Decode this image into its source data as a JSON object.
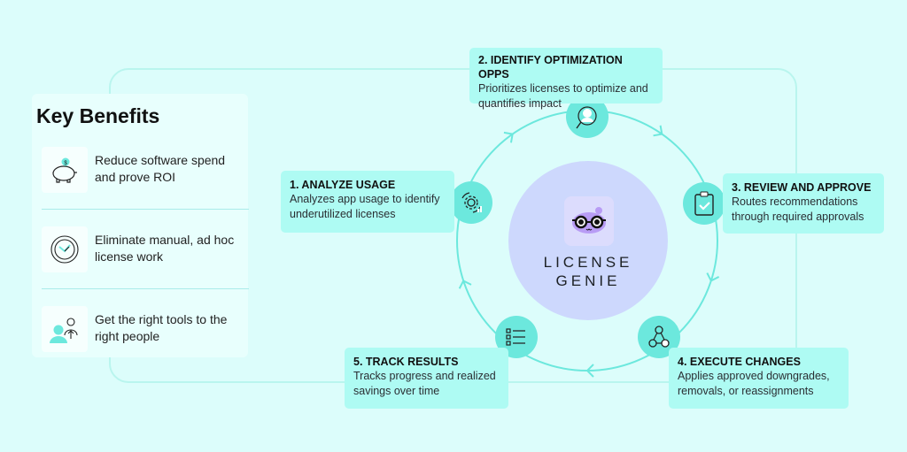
{
  "benefits": {
    "title": "Key Benefits",
    "items": [
      {
        "icon": "piggy-bank-icon",
        "text": "Reduce software spend and prove ROI"
      },
      {
        "icon": "clock-cycle-icon",
        "text": "Eliminate manual, ad hoc license work"
      },
      {
        "icon": "user-handoff-icon",
        "text": "Get the right tools to the right people"
      }
    ]
  },
  "hub": {
    "brand_line1": "LICENSE",
    "brand_line2": "GENIE",
    "logo_icon": "genie-glasses-icon"
  },
  "steps": [
    {
      "title": "1. ANALYZE USAGE",
      "desc": "Analyzes app usage to identify underutilized licenses",
      "icon": "gear-cycle-icon"
    },
    {
      "title": "2. IDENTIFY OPTIMIZATION OPPS",
      "desc": "Prioritizes licenses to optimize and quantifies impact",
      "icon": "user-search-icon"
    },
    {
      "title": "3. REVIEW AND APPROVE",
      "desc": "Routes recommendations through required approvals",
      "icon": "clipboard-check-icon"
    },
    {
      "title": "4. EXECUTE CHANGES",
      "desc": "Applies approved downgrades, removals, or reassignments",
      "icon": "workflow-icon"
    },
    {
      "title": "5. TRACK RESULTS",
      "desc": "Tracks progress and realized savings over time",
      "icon": "checklist-icon"
    }
  ],
  "colors": {
    "background": "#dcfdfb",
    "accent": "#6ce8dd",
    "card": "#aefbf3",
    "hub": "#cdd8fd",
    "logo": "#b89cf5"
  }
}
